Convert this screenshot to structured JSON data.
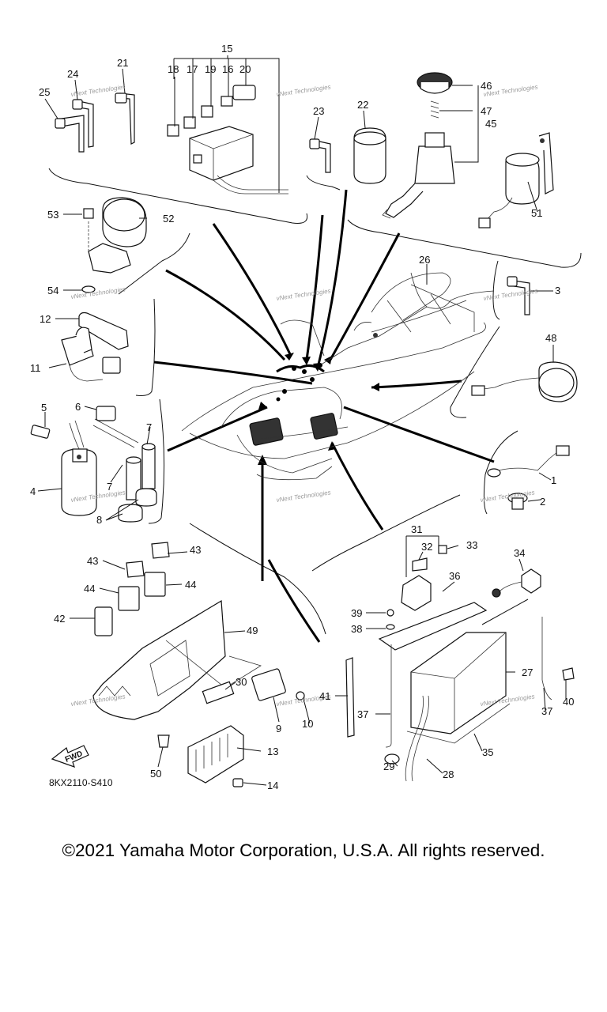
{
  "watermark": "vNext Technologies",
  "diagram_code": "8KX2110-S410",
  "fwd_label": "FWD",
  "copyright": "©2021 Yamaha Motor Corporation, U.S.A. All rights reserved.",
  "callouts": [
    {
      "id": "c15",
      "text": "15"
    },
    {
      "id": "c18",
      "text": "18"
    },
    {
      "id": "c17",
      "text": "17"
    },
    {
      "id": "c19",
      "text": "19"
    },
    {
      "id": "c16",
      "text": "16"
    },
    {
      "id": "c20",
      "text": "20"
    },
    {
      "id": "c21",
      "text": "21"
    },
    {
      "id": "c24",
      "text": "24"
    },
    {
      "id": "c25",
      "text": "25"
    },
    {
      "id": "c22",
      "text": "22"
    },
    {
      "id": "c23",
      "text": "23"
    },
    {
      "id": "c46",
      "text": "46"
    },
    {
      "id": "c47",
      "text": "47"
    },
    {
      "id": "c45",
      "text": "45"
    },
    {
      "id": "c51",
      "text": "51"
    },
    {
      "id": "c53",
      "text": "53"
    },
    {
      "id": "c52",
      "text": "52"
    },
    {
      "id": "c54",
      "text": "54"
    },
    {
      "id": "c26",
      "text": "26"
    },
    {
      "id": "c3",
      "text": "3"
    },
    {
      "id": "c12",
      "text": "12"
    },
    {
      "id": "c11",
      "text": "11"
    },
    {
      "id": "c48",
      "text": "48"
    },
    {
      "id": "c5",
      "text": "5"
    },
    {
      "id": "c6",
      "text": "6"
    },
    {
      "id": "c7a",
      "text": "7"
    },
    {
      "id": "c7b",
      "text": "7"
    },
    {
      "id": "c4",
      "text": "4"
    },
    {
      "id": "c8",
      "text": "8"
    },
    {
      "id": "c1",
      "text": "1"
    },
    {
      "id": "c2",
      "text": "2"
    },
    {
      "id": "c31",
      "text": "31"
    },
    {
      "id": "c32",
      "text": "32"
    },
    {
      "id": "c33",
      "text": "33"
    },
    {
      "id": "c34",
      "text": "34"
    },
    {
      "id": "c36",
      "text": "36"
    },
    {
      "id": "c39",
      "text": "39"
    },
    {
      "id": "c38",
      "text": "38"
    },
    {
      "id": "c43a",
      "text": "43"
    },
    {
      "id": "c43b",
      "text": "43"
    },
    {
      "id": "c44a",
      "text": "44"
    },
    {
      "id": "c44b",
      "text": "44"
    },
    {
      "id": "c42",
      "text": "42"
    },
    {
      "id": "c49",
      "text": "49"
    },
    {
      "id": "c30",
      "text": "30"
    },
    {
      "id": "c9",
      "text": "9"
    },
    {
      "id": "c10",
      "text": "10"
    },
    {
      "id": "c41",
      "text": "41"
    },
    {
      "id": "c37a",
      "text": "37"
    },
    {
      "id": "c27",
      "text": "27"
    },
    {
      "id": "c40",
      "text": "40"
    },
    {
      "id": "c37b",
      "text": "37"
    },
    {
      "id": "c35",
      "text": "35"
    },
    {
      "id": "c29",
      "text": "29"
    },
    {
      "id": "c28",
      "text": "28"
    },
    {
      "id": "c13",
      "text": "13"
    },
    {
      "id": "c50",
      "text": "50"
    },
    {
      "id": "c14",
      "text": "14"
    }
  ]
}
